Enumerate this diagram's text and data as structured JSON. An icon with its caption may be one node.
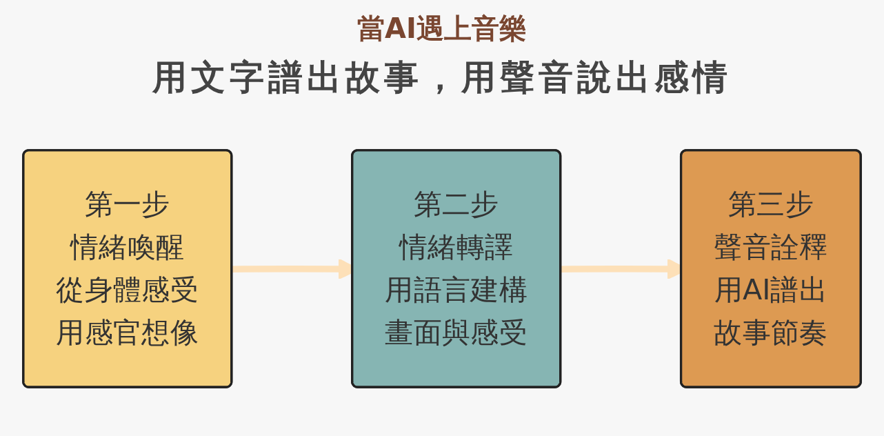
{
  "diagram": {
    "title": "當AI遇上音樂",
    "nodes": [
      {
        "text": [
          "第一步",
          "情緒喚醒",
          "從身體感受",
          "用感官想像"
        ]
      },
      {
        "text": [
          "第二步",
          "情緒轉譯",
          "用語言建構",
          "畫面與感受"
        ]
      },
      {
        "text": [
          "第三步",
          "聲音詮釋",
          "用AI譜出",
          "故事節奏"
        ]
      }
    ],
    "edges": [
      {
        "from": 0,
        "to": 1,
        "arrow": "to",
        "color": "#fde0b8"
      },
      {
        "from": 1,
        "to": 2,
        "arrow": "to",
        "color": "#fde0b8"
      }
    ],
    "labels": [
      "用文字譜出故事，用聲音說出感情"
    ]
  }
}
